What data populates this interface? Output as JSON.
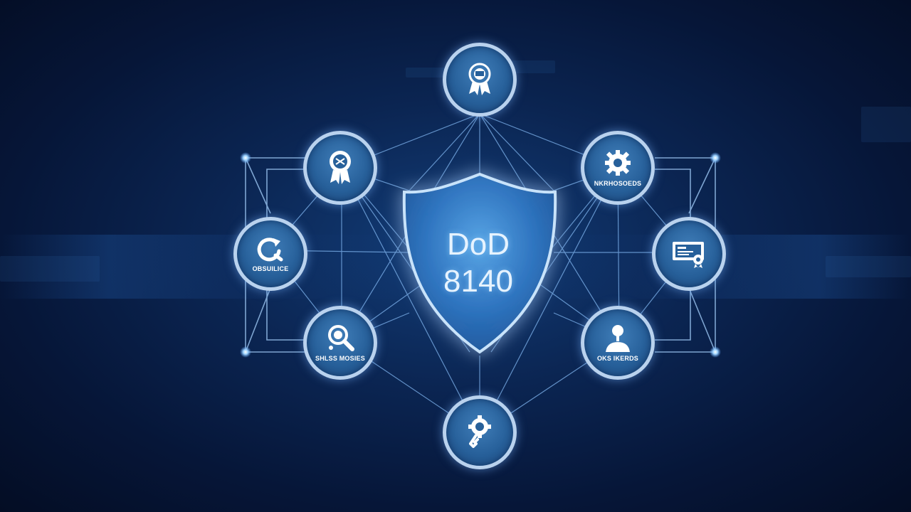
{
  "center": {
    "line1": "DoD",
    "line2": "8140"
  },
  "nodes": {
    "top": {
      "icon": "award-badge-icon",
      "label": ""
    },
    "upper_left": {
      "icon": "award-ribbon-icon",
      "label": ""
    },
    "upper_right": {
      "icon": "gear-icon",
      "label": "NKRHOSOEDS"
    },
    "mid_left": {
      "icon": "refresh-arrow-icon",
      "label": "OBSUILICE"
    },
    "mid_right": {
      "icon": "certificate-icon",
      "label": ""
    },
    "lower_left": {
      "icon": "magnifier-icon",
      "label": "SHLSS MOSIES"
    },
    "lower_right": {
      "icon": "person-icon",
      "label": "OKS IKERDS"
    },
    "bottom": {
      "icon": "gear-key-icon",
      "label": ""
    }
  },
  "colors": {
    "node_border": "#b9d2ee",
    "node_fill": "#27609a",
    "line": "#7fb4ee",
    "shield_glow": "#9fd4ff"
  }
}
